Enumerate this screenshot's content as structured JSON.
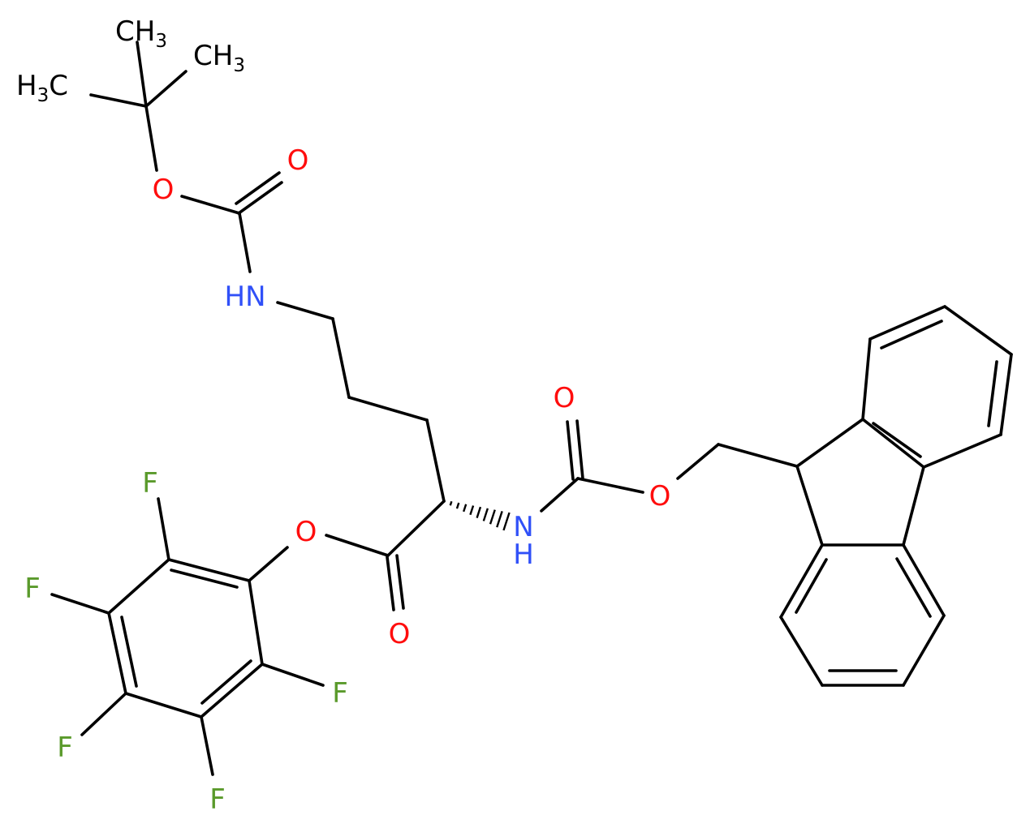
{
  "molecule": {
    "atoms": {
      "ch3_top": {
        "text": "CH",
        "sub": "3",
        "element": "C"
      },
      "ch3_right": {
        "text": "CH",
        "sub": "3",
        "element": "C"
      },
      "h3c_left": {
        "pre": "H",
        "sub": "3",
        "text": "C",
        "element": "C"
      },
      "o_boc_ether": {
        "text": "O",
        "element": "O"
      },
      "o_boc_carbonyl": {
        "text": "O",
        "element": "O"
      },
      "n_boc": {
        "text": "HN",
        "element": "N"
      },
      "o_fmoc_carbonyl": {
        "text": "O",
        "element": "O"
      },
      "o_fmoc_ether": {
        "text": "O",
        "element": "O"
      },
      "n_fmoc_n": {
        "text": "N",
        "element": "N"
      },
      "n_fmoc_h": {
        "text": "H",
        "element": "N"
      },
      "o_ester": {
        "text": "O",
        "element": "O"
      },
      "o_ester_carbonyl": {
        "text": "O",
        "element": "O"
      },
      "f_top": {
        "text": "F",
        "element": "F"
      },
      "f_left": {
        "text": "F",
        "element": "F"
      },
      "f_right": {
        "text": "F",
        "element": "F"
      },
      "f_lowleft": {
        "text": "F",
        "element": "F"
      },
      "f_bottom": {
        "text": "F",
        "element": "F"
      }
    },
    "colors": {
      "bond": "#000000",
      "C": "#000000",
      "O": "#ff0d0d",
      "N": "#3050f8",
      "F": "#5a9a2b"
    }
  }
}
